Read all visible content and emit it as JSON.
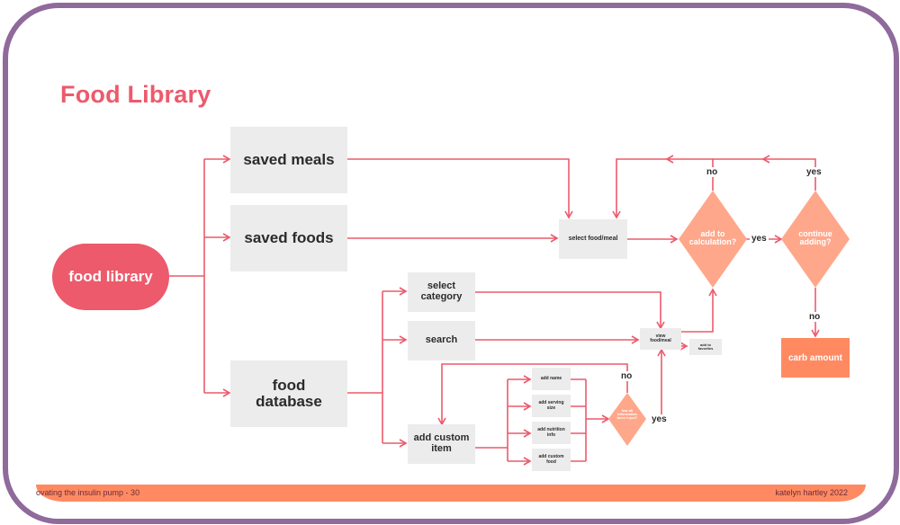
{
  "slide": {
    "title": "Food Library",
    "footer_left": "ovating the insulin pump - 30",
    "footer_right": "katelyn hartley 2022"
  },
  "colors": {
    "frame": "#8f6a9b",
    "accent": "#ec5a6c",
    "decision": "#ffa78a",
    "terminal": "#ff8a62",
    "box": "#ececec"
  },
  "nodes": {
    "food_library": "food library",
    "saved_meals": "saved meals",
    "saved_foods": "saved foods",
    "food_database": "food database",
    "select_category": "select category",
    "search": "search",
    "add_custom_item": "add custom item",
    "add_name": "add name",
    "add_serving_size": "add serving size",
    "add_nutrition_info": "add nutrition info",
    "add_custom_food": "add custom food",
    "select_food_meal": "select food/meal",
    "view_food_meal": "view food/meal",
    "add_to_favorites": "add to favorites",
    "carb_amount": "carb amount"
  },
  "decisions": {
    "add_to_calculation": "add to calculation?",
    "continue_adding": "continue adding?",
    "has_all_info": "has all information been input?"
  },
  "edge_labels": {
    "calc_no": "no",
    "calc_yes": "yes",
    "continue_yes": "yes",
    "continue_no": "no",
    "info_no": "no",
    "info_yes": "yes"
  }
}
